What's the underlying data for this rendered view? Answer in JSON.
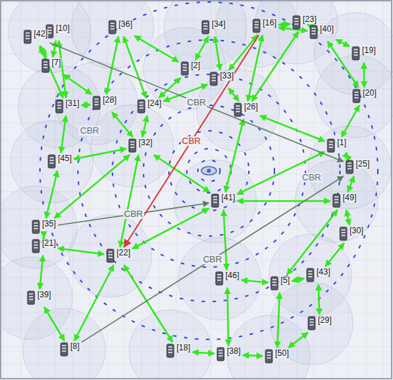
{
  "diagram": {
    "nodes": [
      {
        "text": [
          "[23]"
        ]
      },
      {
        "text": [
          "[16]"
        ]
      },
      {
        "text": [
          "[36]"
        ]
      },
      {
        "text": [
          "[34]"
        ]
      },
      {
        "text": [
          "[40]"
        ]
      },
      {
        "text": [
          "[10]"
        ]
      },
      {
        "text": [
          "[42]"
        ]
      },
      {
        "text": [
          "[19]"
        ]
      },
      {
        "text": [
          "[7]"
        ]
      },
      {
        "text": [
          "[2]"
        ]
      },
      {
        "text": [
          "[33]"
        ]
      },
      {
        "text": [
          "[20]"
        ]
      },
      {
        "text": [
          "[28]"
        ]
      },
      {
        "text": [
          "[31]"
        ]
      },
      {
        "text": [
          "[24]"
        ]
      },
      {
        "text": [
          "[26]"
        ]
      },
      {
        "text": [
          "[1]"
        ]
      },
      {
        "text": [
          "[32]"
        ]
      },
      {
        "text": [
          "[45]"
        ]
      },
      {
        "text": [
          "[25]"
        ]
      },
      {
        "text": [
          "[49]"
        ]
      },
      {
        "text": [
          "[41]"
        ]
      },
      {
        "text": [
          "[35]"
        ]
      },
      {
        "text": [
          "[30]"
        ]
      },
      {
        "text": [
          "[21]"
        ]
      },
      {
        "text": [
          "[22]"
        ]
      },
      {
        "text": [
          "[43]"
        ]
      },
      {
        "text": [
          "[5]"
        ]
      },
      {
        "text": [
          "[46]"
        ]
      },
      {
        "text": [
          "[39]"
        ]
      },
      {
        "text": [
          "[29]"
        ]
      },
      {
        "text": [
          "[8]"
        ]
      },
      {
        "text": [
          "[18]"
        ]
      },
      {
        "text": [
          "[38]"
        ]
      },
      {
        "text": [
          "[50]"
        ]
      }
    ],
    "edges": [
      {
        "from": 6,
        "to": 19,
        "arrow": "to",
        "label": "CBR"
      },
      {
        "from": 1,
        "to": 25,
        "arrow": "to",
        "label": "CBR"
      },
      {
        "from": 22,
        "to": 21,
        "arrow": "to",
        "label": "CBR"
      },
      {
        "from": 31,
        "to": 19,
        "arrow": "to",
        "label": "CBR"
      },
      {
        "from": 6,
        "to": 8,
        "arrow": "both"
      },
      {
        "from": 5,
        "to": 8,
        "arrow": "both"
      },
      {
        "from": 5,
        "to": 13,
        "arrow": "both"
      },
      {
        "from": 6,
        "to": 13,
        "arrow": "both"
      },
      {
        "from": 2,
        "to": 12,
        "arrow": "both"
      },
      {
        "from": 2,
        "to": 14,
        "arrow": "both"
      },
      {
        "from": 2,
        "to": 9,
        "arrow": "both"
      },
      {
        "from": 3,
        "to": 9,
        "arrow": "both"
      },
      {
        "from": 3,
        "to": 10,
        "arrow": "both"
      },
      {
        "from": 1,
        "to": 10,
        "arrow": "both"
      },
      {
        "from": 1,
        "to": 15,
        "arrow": "both"
      },
      {
        "from": 1,
        "to": 4,
        "arrow": "both"
      },
      {
        "from": 0,
        "to": 4,
        "arrow": "both"
      },
      {
        "from": 4,
        "to": 7,
        "arrow": "both"
      },
      {
        "from": 0,
        "to": 15,
        "arrow": "both"
      },
      {
        "from": 7,
        "to": 11,
        "arrow": "both"
      },
      {
        "from": 4,
        "to": 11,
        "arrow": "both"
      },
      {
        "from": 11,
        "to": 16,
        "arrow": "both"
      },
      {
        "from": 15,
        "to": 16,
        "arrow": "both"
      },
      {
        "from": 10,
        "to": 14,
        "arrow": "both"
      },
      {
        "from": 9,
        "to": 14,
        "arrow": "both"
      },
      {
        "from": 12,
        "to": 13,
        "arrow": "both"
      },
      {
        "from": 12,
        "to": 17,
        "arrow": "both"
      },
      {
        "from": 14,
        "to": 17,
        "arrow": "both"
      },
      {
        "from": 13,
        "to": 18,
        "arrow": "both"
      },
      {
        "from": 17,
        "to": 18,
        "arrow": "both"
      },
      {
        "from": 18,
        "to": 22,
        "arrow": "both"
      },
      {
        "from": 22,
        "to": 24,
        "arrow": "both"
      },
      {
        "from": 24,
        "to": 29,
        "arrow": "both"
      },
      {
        "from": 29,
        "to": 31,
        "arrow": "both"
      },
      {
        "from": 24,
        "to": 25,
        "arrow": "both"
      },
      {
        "from": 17,
        "to": 25,
        "arrow": "both"
      },
      {
        "from": 25,
        "to": 21,
        "arrow": "both"
      },
      {
        "from": 17,
        "to": 21,
        "arrow": "both"
      },
      {
        "from": 15,
        "to": 21,
        "arrow": "both"
      },
      {
        "from": 21,
        "to": 28,
        "arrow": "both"
      },
      {
        "from": 28,
        "to": 27,
        "arrow": "both"
      },
      {
        "from": 27,
        "to": 26,
        "arrow": "both"
      },
      {
        "from": 26,
        "to": 30,
        "arrow": "both"
      },
      {
        "from": 30,
        "to": 34,
        "arrow": "both"
      },
      {
        "from": 34,
        "to": 33,
        "arrow": "both"
      },
      {
        "from": 33,
        "to": 32,
        "arrow": "both"
      },
      {
        "from": 27,
        "to": 34,
        "arrow": "both"
      },
      {
        "from": 16,
        "to": 19,
        "arrow": "both"
      },
      {
        "from": 19,
        "to": 20,
        "arrow": "both"
      },
      {
        "from": 20,
        "to": 23,
        "arrow": "both"
      },
      {
        "from": 23,
        "to": 26,
        "arrow": "both"
      },
      {
        "from": 21,
        "to": 20,
        "arrow": "both"
      },
      {
        "from": 16,
        "to": 21,
        "arrow": "both"
      },
      {
        "from": 28,
        "to": 33,
        "arrow": "both"
      },
      {
        "from": 31,
        "to": 25,
        "arrow": "both"
      },
      {
        "from": 12,
        "to": 8,
        "arrow": "both"
      },
      {
        "from": 10,
        "to": 15,
        "arrow": "both"
      },
      {
        "from": 0,
        "to": 1,
        "arrow": "both"
      },
      {
        "from": 22,
        "to": 17,
        "arrow": "both"
      },
      {
        "from": 32,
        "to": 25,
        "arrow": "both"
      },
      {
        "from": 27,
        "to": 20,
        "arrow": "both"
      }
    ],
    "labels": [
      "CBR",
      "CBR"
    ]
  }
}
